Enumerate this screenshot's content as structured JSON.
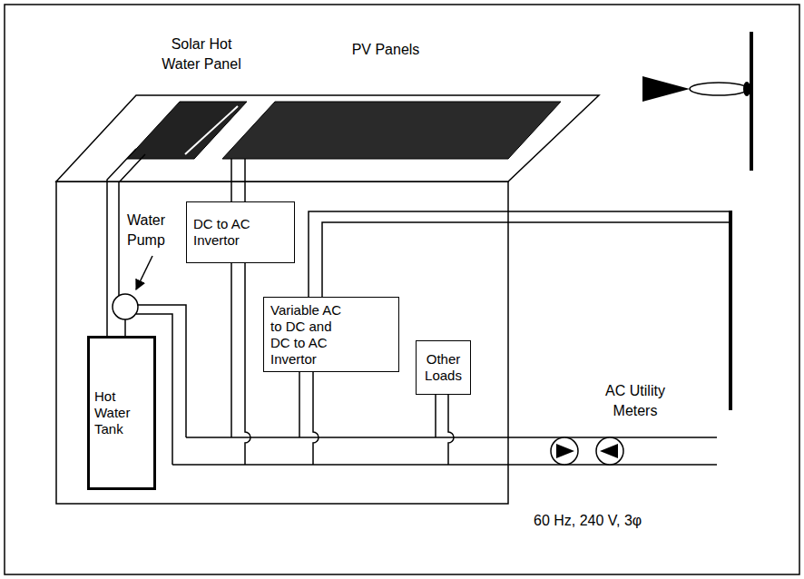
{
  "diagram": {
    "nodes": [
      {
        "text": [
          "DC to AC Invertor"
        ]
      },
      {
        "text": [
          "Variable AC to DC and DC to AC Invertor"
        ]
      },
      {
        "text": [
          "Hot Water Tank"
        ]
      },
      {
        "text": [
          "Other Loads"
        ]
      }
    ],
    "labels": [
      "Solar Hot Water Panel",
      "PV Panels",
      "Water Pump",
      "AC Utility Meters",
      "60 Hz, 240 V, 3φ"
    ]
  }
}
